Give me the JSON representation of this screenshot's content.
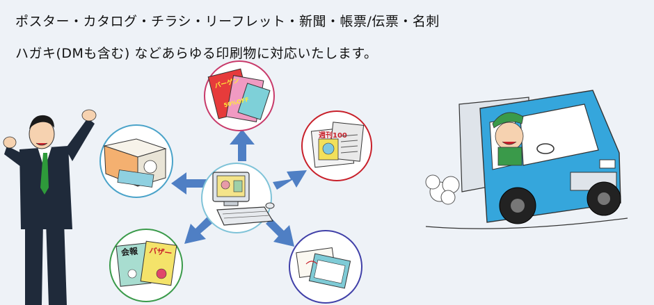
{
  "headline": {
    "line1": "ポスター・カタログ・チラシ・リーフレット・新聞・帳票/伝票・名刺",
    "line2": "ハガキ(DMも含む) などあらゆる印刷物に対応いたします。"
  },
  "items": {
    "poster_label": "バーゲン",
    "poster_discount": "50%OFF",
    "newspaper_label": "週刊100",
    "kaiho_label": "会報",
    "bazaar_label": "バザー"
  },
  "colors": {
    "background": "#eef2f7",
    "arrow": "#4f7fc4",
    "ring_top": "#c83a6a",
    "ring_right": "#c8202a",
    "ring_left": "#4aa3c9",
    "ring_bottom_left": "#3a9a4a",
    "ring_bottom_right": "#4040a8",
    "truck": "#35a6dc",
    "suit": "#1f2a3a"
  }
}
